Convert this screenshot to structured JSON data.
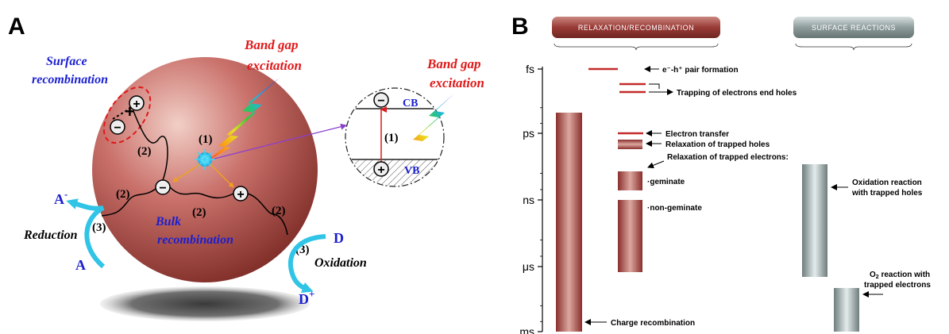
{
  "panel_a": {
    "letter": "A",
    "surface_recombination": [
      "Surface",
      "recombination"
    ],
    "band_gap_excitation": [
      "Band gap",
      "excitation"
    ],
    "inset_band_gap_excitation": [
      "Band gap",
      "excitation"
    ],
    "cb": "CB",
    "vb": "VB",
    "step1": "(1)",
    "step2": "(2)",
    "step3": "(3)",
    "bulk_recombination": [
      "Bulk",
      "recombination"
    ],
    "reduction": "Reduction",
    "oxidation": "Oxidation",
    "a_minus": "A",
    "a_minus_sup": "-",
    "a": "A",
    "d": "D",
    "d_plus": "D",
    "d_plus_sup": "+",
    "minus_sign": "−",
    "plus_sign": "+"
  },
  "panel_b": {
    "letter": "B",
    "header_left": "RELAXATION/RECOMBINATION",
    "header_right": "SURFACE REACTIONS",
    "axis_ticks": [
      "fs",
      "ps",
      "ns",
      "μs",
      "ms"
    ],
    "label_pair_formation": "e⁻-h⁺ pair formation",
    "label_trapping": "Trapping of electrons end holes",
    "label_electron_transfer": "Electron transfer",
    "label_relax_holes": "Relaxation of trapped holes",
    "label_relax_electrons": "Relaxation of trapped electrons:",
    "label_geminate": "·geminate",
    "label_nongeminate": "·non-geminate",
    "label_charge_recombination": "Charge recombination",
    "label_oxidation_reaction": [
      "Oxidation reaction",
      "with trapped holes"
    ],
    "label_o2_reaction_prefix": "O",
    "label_o2_reaction_sub": "2",
    "label_o2_reaction_rest": " reaction with",
    "label_o2_reaction_line2": "trapped electrons"
  },
  "colors": {
    "sphere_dark": "#8c3a34",
    "sphere_light": "#e8b4a8",
    "red_text": "#e0191a",
    "blue_text": "#1a1fcf",
    "cyan_arrow": "#30c4e6",
    "bar_red_dark": "#8a2e2c",
    "bar_red_light": "#dba8a0",
    "bar_grey_dark": "#6f7d7d",
    "bar_grey_light": "#e4ecec"
  }
}
